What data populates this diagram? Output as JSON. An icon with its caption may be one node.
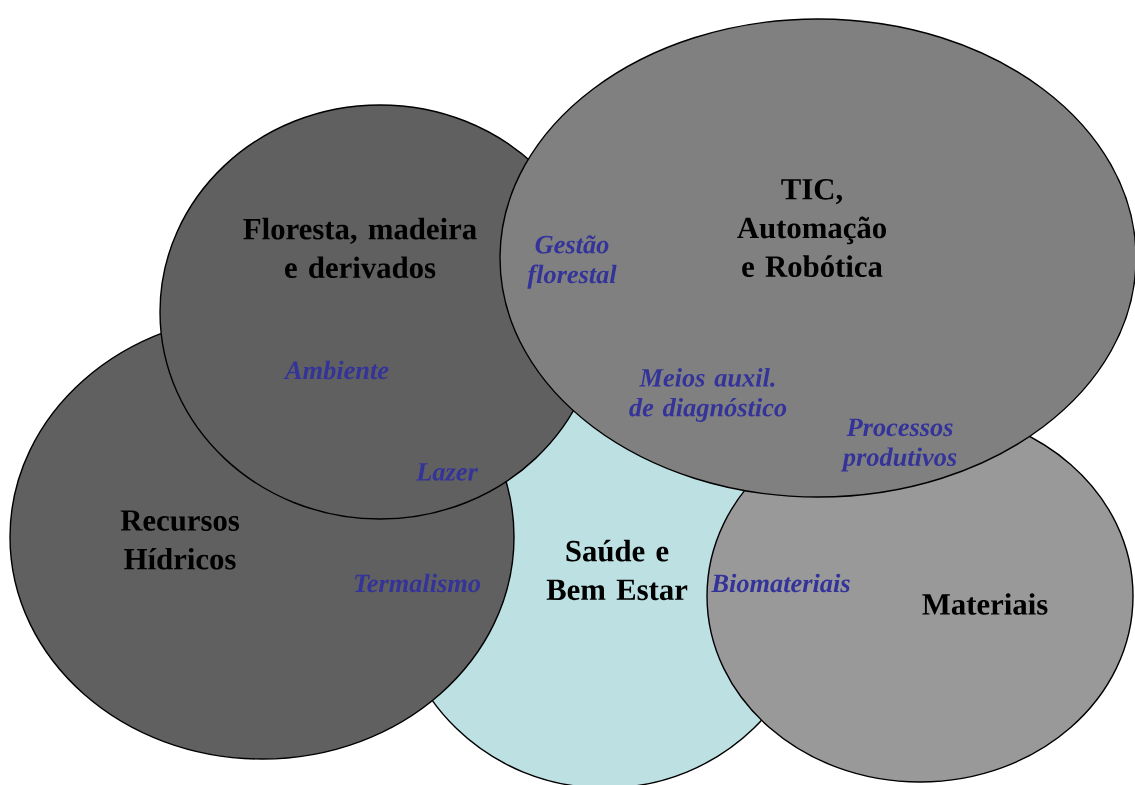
{
  "diagram": {
    "nodes": [
      {
        "text": [
          "Floresta, madeira e derivados"
        ]
      },
      {
        "text": [
          "TIC, Automação e Robótica"
        ]
      },
      {
        "text": [
          "Recursos Hídricos"
        ]
      },
      {
        "text": [
          "Saúde e Bem Estar"
        ]
      },
      {
        "text": [
          "Materiais"
        ]
      }
    ],
    "labels": [
      "Gestão florestal",
      "Ambiente",
      "Meios auxil. de diagnóstico",
      "Processos produtivos",
      "Lazer",
      "Termalismo",
      "Biomateriais"
    ]
  }
}
